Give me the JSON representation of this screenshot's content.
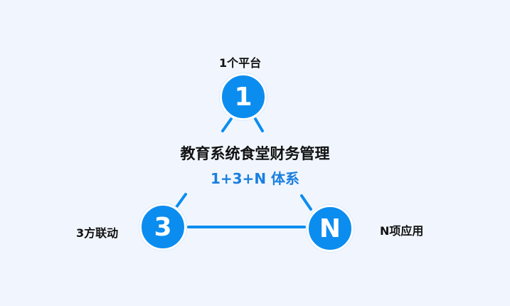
{
  "colors": {
    "accent": "#0b8df0",
    "subtitle": "#1a7fe0",
    "background": "#f1f6fe"
  },
  "center": {
    "title": "教育系统食堂财务管理",
    "subtitle": "1+3+N 体系"
  },
  "nodes": {
    "top": {
      "symbol": "1",
      "label": "1个平台"
    },
    "left": {
      "symbol": "3",
      "label": "3方联动"
    },
    "right": {
      "symbol": "N",
      "label": "N项应用"
    }
  }
}
